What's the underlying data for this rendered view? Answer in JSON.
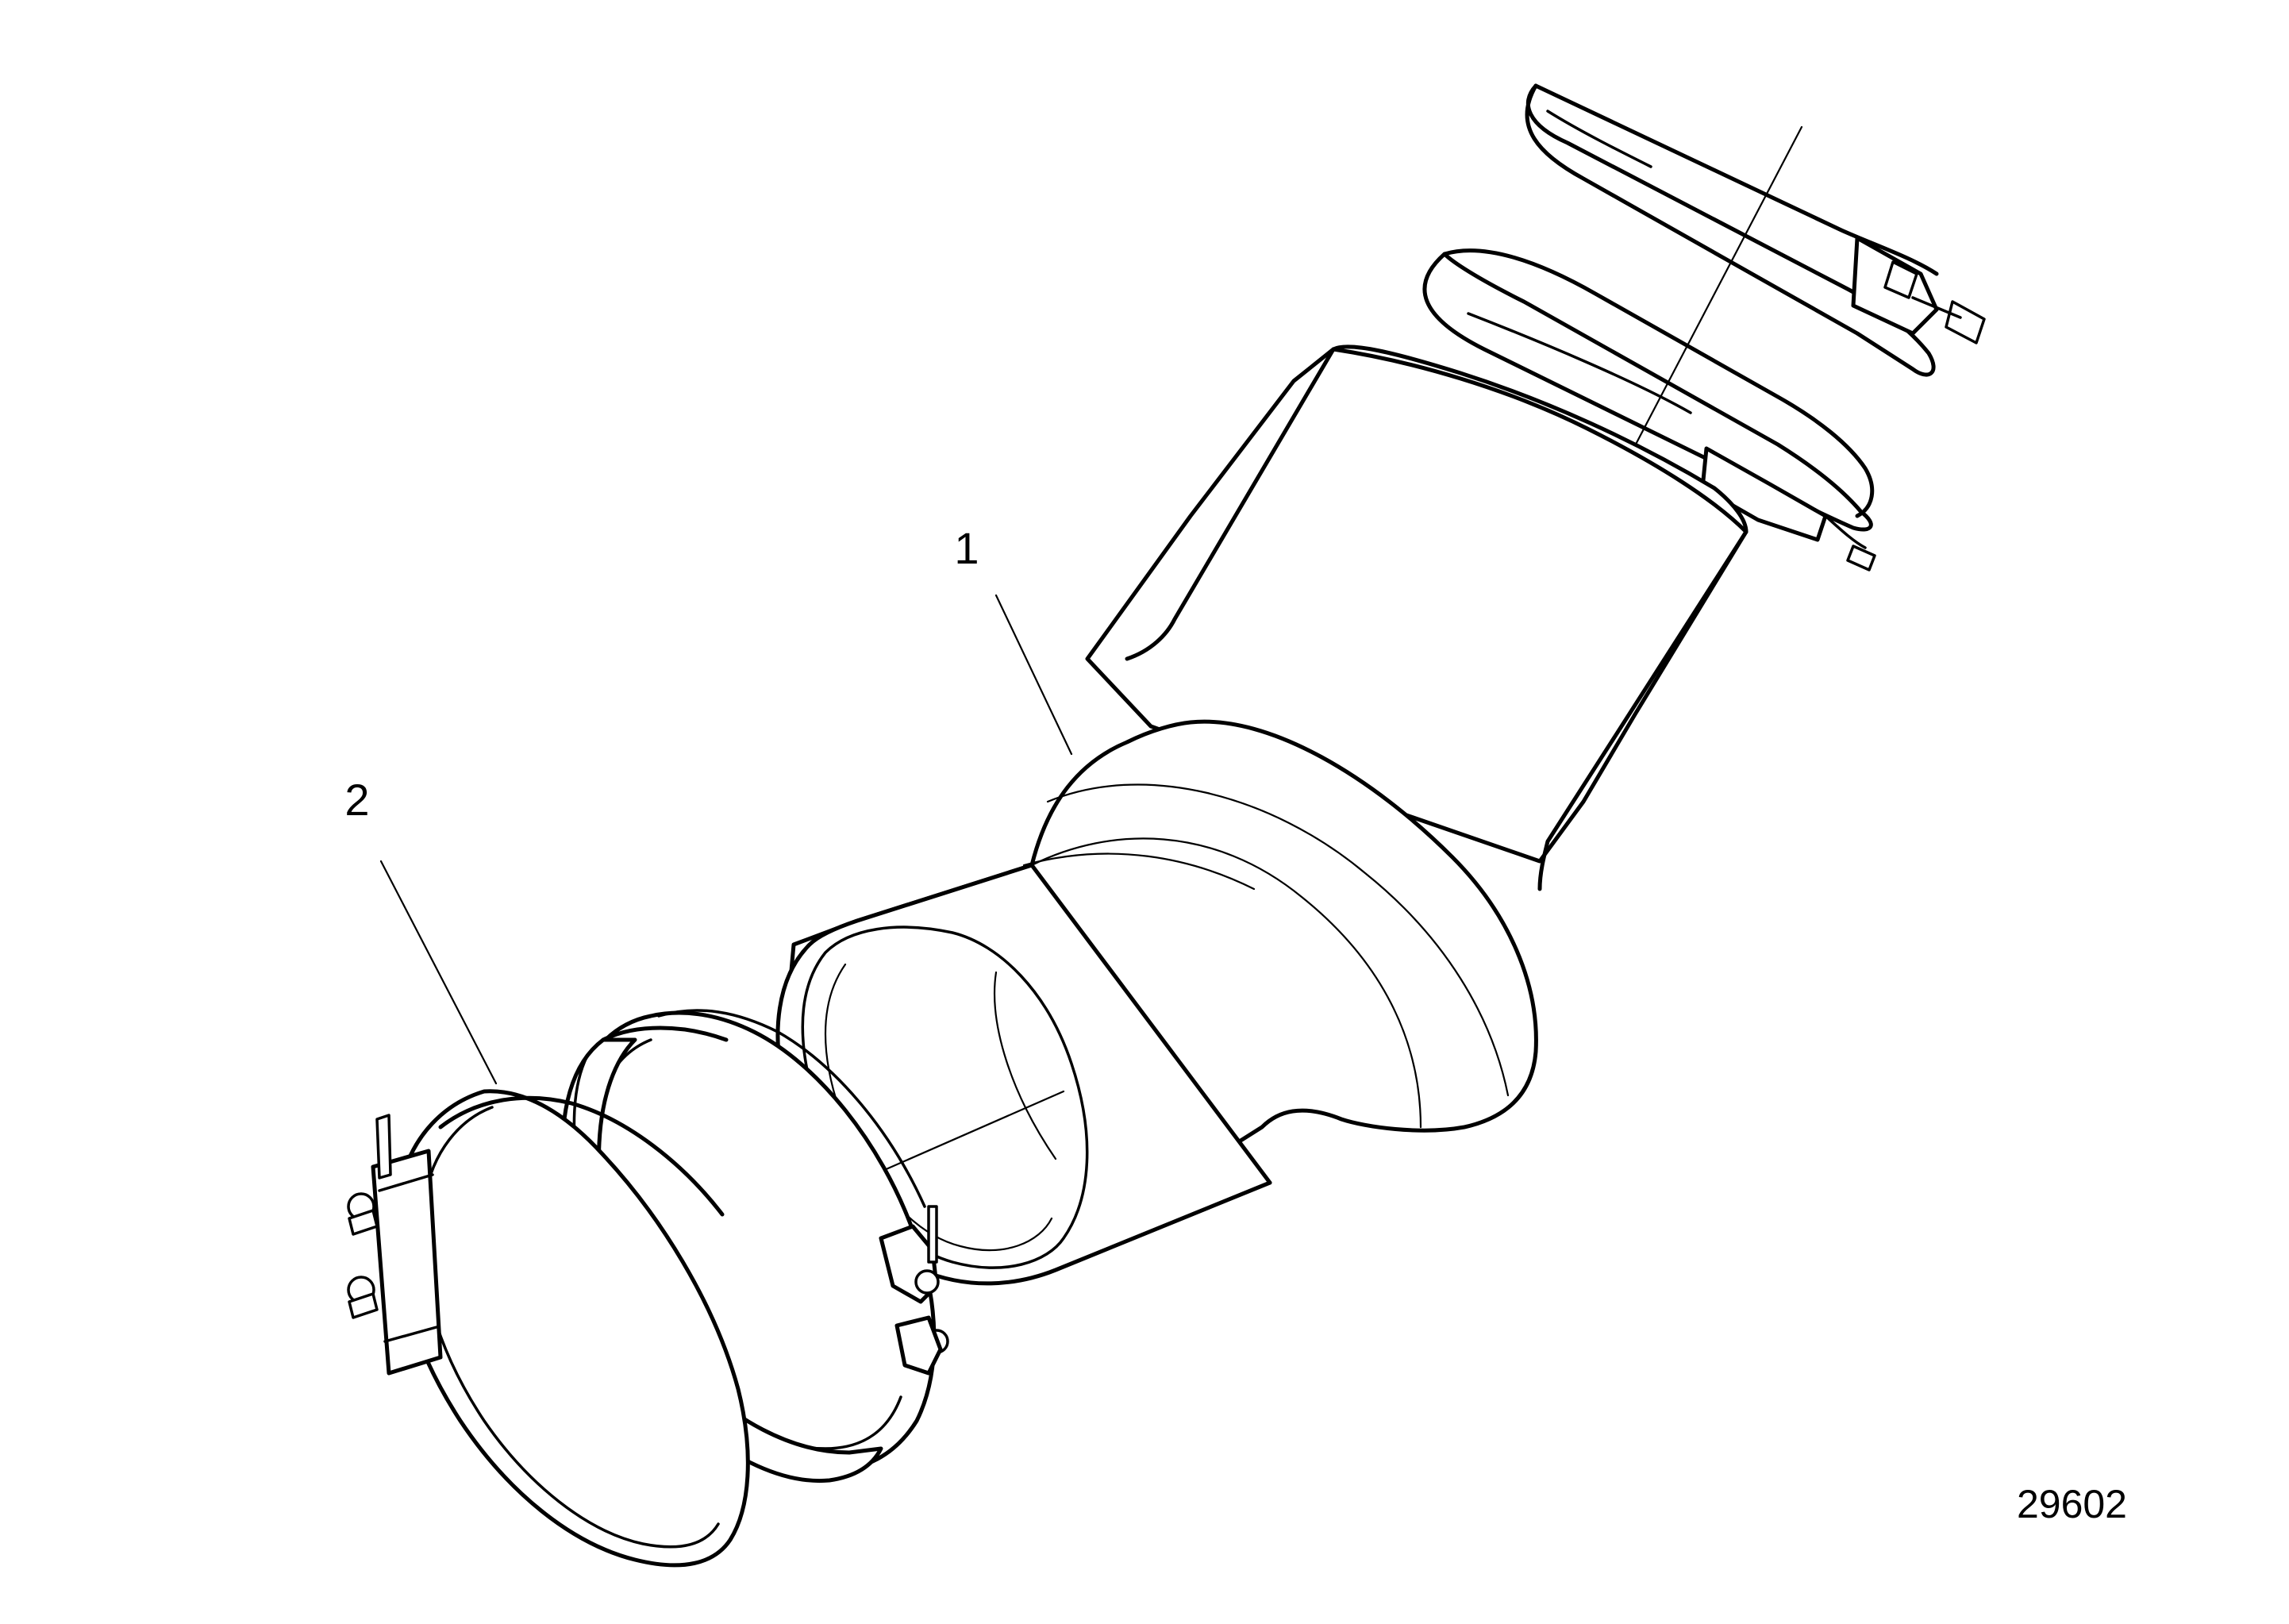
{
  "callouts": [
    {
      "label": "1",
      "part": "exhaust-hose-elbow"
    },
    {
      "label": "2",
      "part": "hose-clamp"
    }
  ],
  "illustration_number": "29602",
  "colors": {
    "line": "#000000",
    "background": "#ffffff"
  }
}
